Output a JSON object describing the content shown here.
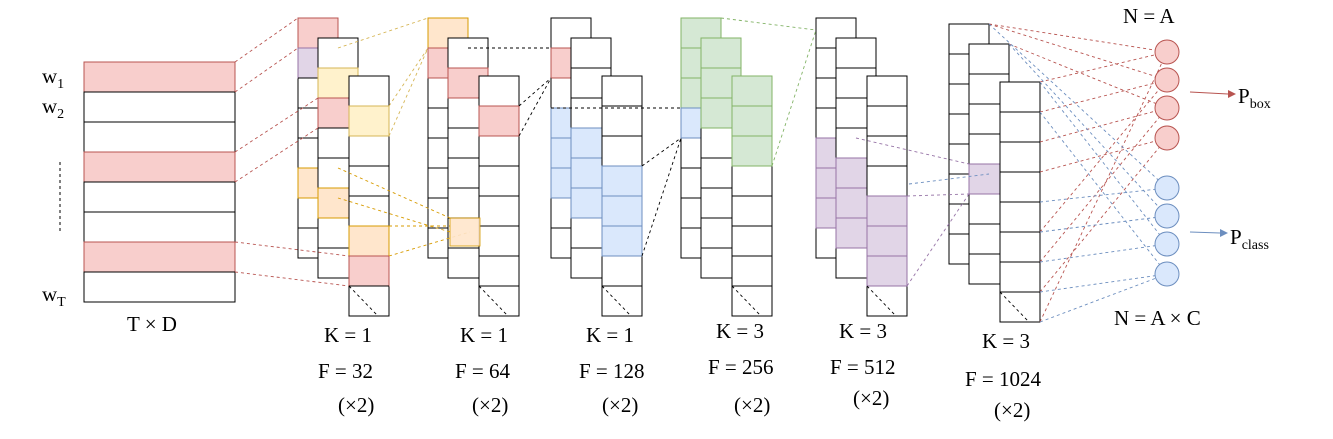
{
  "input": {
    "words": [
      {
        "base": "w",
        "sub": "1"
      },
      {
        "base": "w",
        "sub": "2"
      },
      {
        "base": "w",
        "sub": "T"
      }
    ],
    "dims": "T × D"
  },
  "layers": [
    {
      "k": "K = 1",
      "f": "F = 32",
      "rep": "(×2)"
    },
    {
      "k": "K = 1",
      "f": "F = 64",
      "rep": "(×2)"
    },
    {
      "k": "K = 1",
      "f": "F = 128",
      "rep": "(×2)"
    },
    {
      "k": "K = 3",
      "f": "F = 256",
      "rep": "(×2)"
    },
    {
      "k": "K = 3",
      "f": "F = 512",
      "rep": "(×2)"
    },
    {
      "k": "K = 3",
      "f": "F = 1024",
      "rep": "(×2)"
    }
  ],
  "output": {
    "top_label": "N = A",
    "bottom_label": "N = A × C",
    "box": {
      "base": "P",
      "sub": "box"
    },
    "cls": {
      "base": "P",
      "sub": "class"
    }
  },
  "colors": {
    "red": "#f8cecc",
    "red_line": "#b85450",
    "yellow": "#fff2cc",
    "yellow_line": "#d6b656",
    "orange": "#ffe6cc",
    "orange_line": "#d79b00",
    "blue": "#dae8fc",
    "blue_line": "#6c8ebf",
    "green": "#d5e8d4",
    "green_line": "#82b366",
    "purple": "#e1d5e7",
    "purple_line": "#9673a6"
  }
}
